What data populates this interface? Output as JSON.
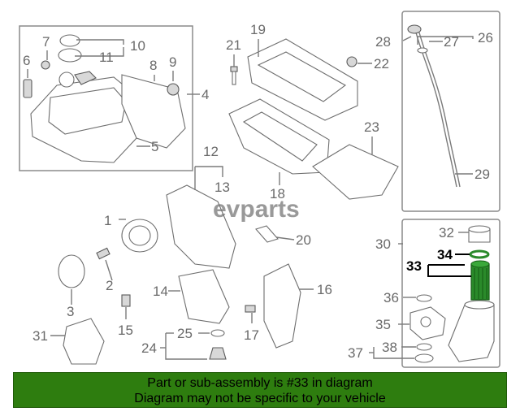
{
  "callouts": [
    "1",
    "2",
    "3",
    "4",
    "5",
    "6",
    "7",
    "8",
    "9",
    "10",
    "11",
    "12",
    "13",
    "14",
    "15",
    "16",
    "17",
    "18",
    "19",
    "20",
    "21",
    "22",
    "23",
    "24",
    "25",
    "26",
    "27",
    "28",
    "29",
    "30",
    "31",
    "32",
    "33",
    "34",
    "35",
    "36",
    "37",
    "38"
  ],
  "highlighted": [
    "33",
    "34"
  ],
  "watermark": "evparts",
  "footer": {
    "line1": "Part or sub-assembly is #33 in diagram",
    "line2": "Diagram may not be specific to your vehicle"
  },
  "colors": {
    "footer_bg": "#2e7d0f",
    "highlight_part": "#2a8a2a",
    "line": "#7a7a7a"
  }
}
